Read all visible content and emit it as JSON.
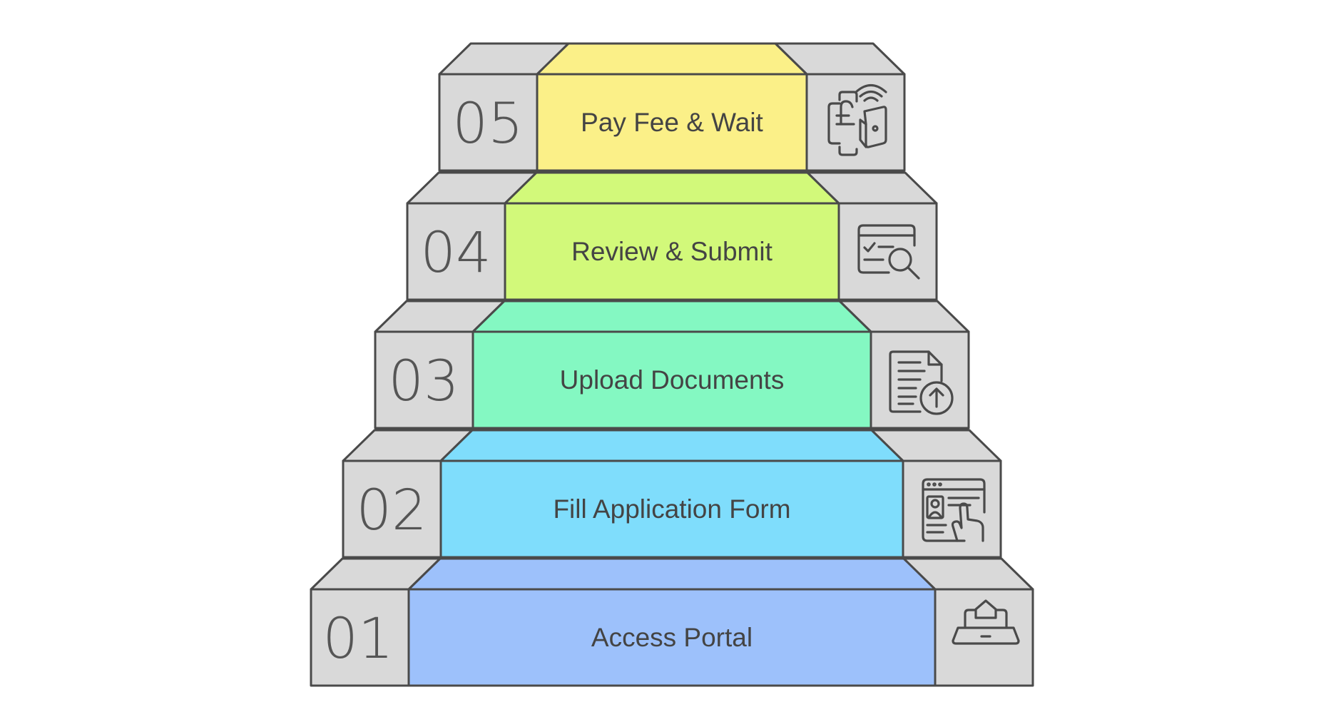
{
  "steps": [
    {
      "number": "01",
      "label": "Access Portal",
      "color": "#9dc1fb",
      "icon": "laptop-home-icon"
    },
    {
      "number": "02",
      "label": "Fill Application Form",
      "color": "#7fddfc",
      "icon": "online-form-hand-icon"
    },
    {
      "number": "03",
      "label": "Upload Documents",
      "color": "#84f8c2",
      "icon": "document-upload-icon"
    },
    {
      "number": "04",
      "label": "Review & Submit",
      "color": "#d2f97a",
      "icon": "document-search-check-icon"
    },
    {
      "number": "05",
      "label": "Pay Fee & Wait",
      "color": "#fbf088",
      "icon": "contactless-pound-payment-icon"
    }
  ],
  "colors": {
    "side": "#d9d9d9",
    "outline": "#4a4a4a"
  }
}
